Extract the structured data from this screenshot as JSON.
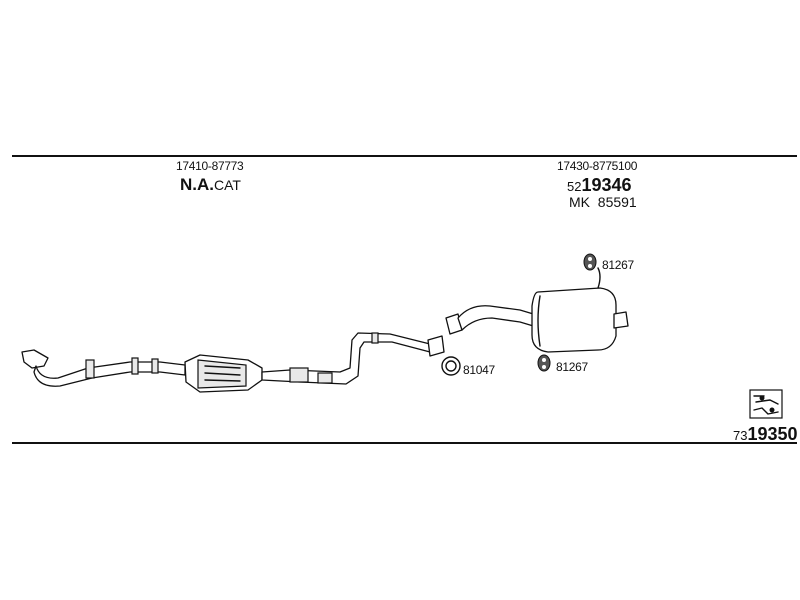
{
  "left_group": {
    "part_number": "17410-87773",
    "name_bold": "N.A.",
    "name_suffix": "CAT"
  },
  "right_group": {
    "part_number": "17430-8775100",
    "code_prefix": "52",
    "code_main": "19346",
    "mk_label": "MK",
    "mk_number": "85591"
  },
  "parts": {
    "hanger_top": "81267",
    "hanger_bottom": "81267",
    "gasket": "81047"
  },
  "catalog": {
    "prefix": "73",
    "number": "19350"
  },
  "icons": {
    "catalog_icon": "exhaust-system-icon"
  }
}
